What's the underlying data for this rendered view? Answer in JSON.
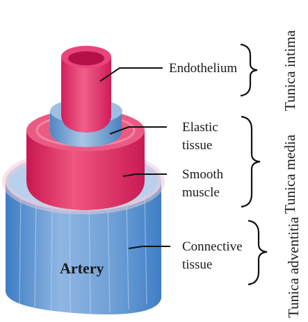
{
  "illustration": {
    "artery_label": "Artery",
    "colors": {
      "endothelium": "#e0306e",
      "elastic": "#6f9fcf",
      "muscle": "#dc2c63",
      "adventitia": "#5c93cf",
      "line": "#111111"
    }
  },
  "labels": {
    "endothelium": "Endothelium",
    "elastic_line1": "Elastic",
    "elastic_line2": "tissue",
    "smooth_line1": "Smooth",
    "smooth_line2": "muscle",
    "connective_line1": "Connective",
    "connective_line2": "tissue"
  },
  "tunics": {
    "intima": "Tunica intima",
    "media": "Tunica media",
    "adventitia": "Tunica adventitia"
  }
}
